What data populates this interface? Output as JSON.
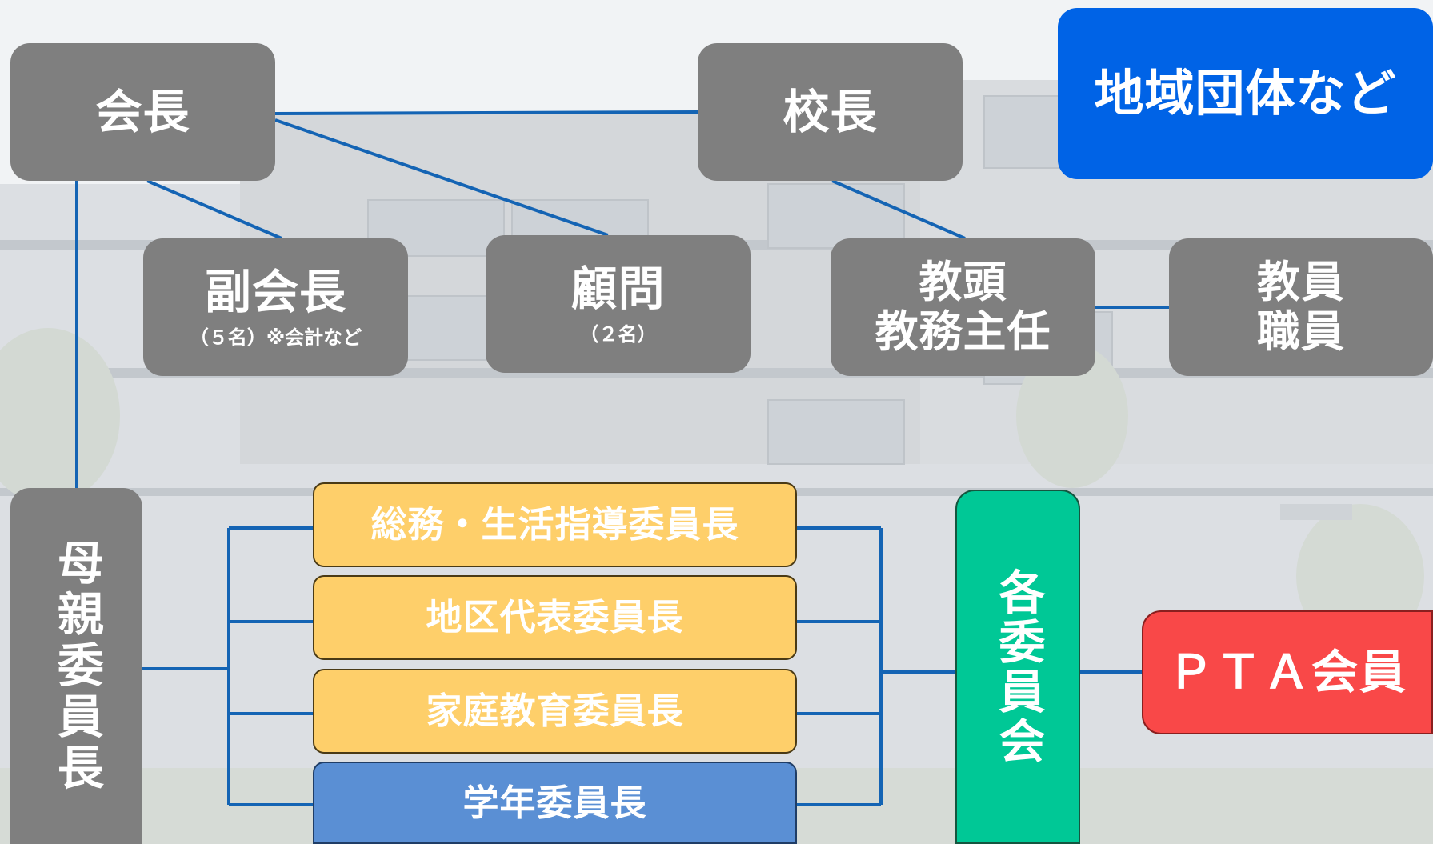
{
  "diagram": {
    "chairman": "会長",
    "principal": "校長",
    "community": "地域団体など",
    "vice_chairman": {
      "title": "副会長",
      "note": "（５名）※会計など"
    },
    "advisor": {
      "title": "顧問",
      "note": "（２名）"
    },
    "vice_principal": "教頭\n教務主任",
    "staff": "教員\n職員",
    "mothers_chair": "母親委員長",
    "committees": [
      "総務・生活指導委員長",
      "地区代表委員長",
      "家庭教育委員長",
      "学年委員長"
    ],
    "all_committees": "各委員会",
    "pta_members": "ＰＴＡ会員"
  },
  "colors": {
    "gray_box": "#7f7f7f",
    "community_box": "#0063e6",
    "committee_box": "#fecf6a",
    "grade_committee_box": "#5a8fd4",
    "all_committees_box": "#00c896",
    "pta_box": "#f94848",
    "connector_line": "#1464b4"
  }
}
